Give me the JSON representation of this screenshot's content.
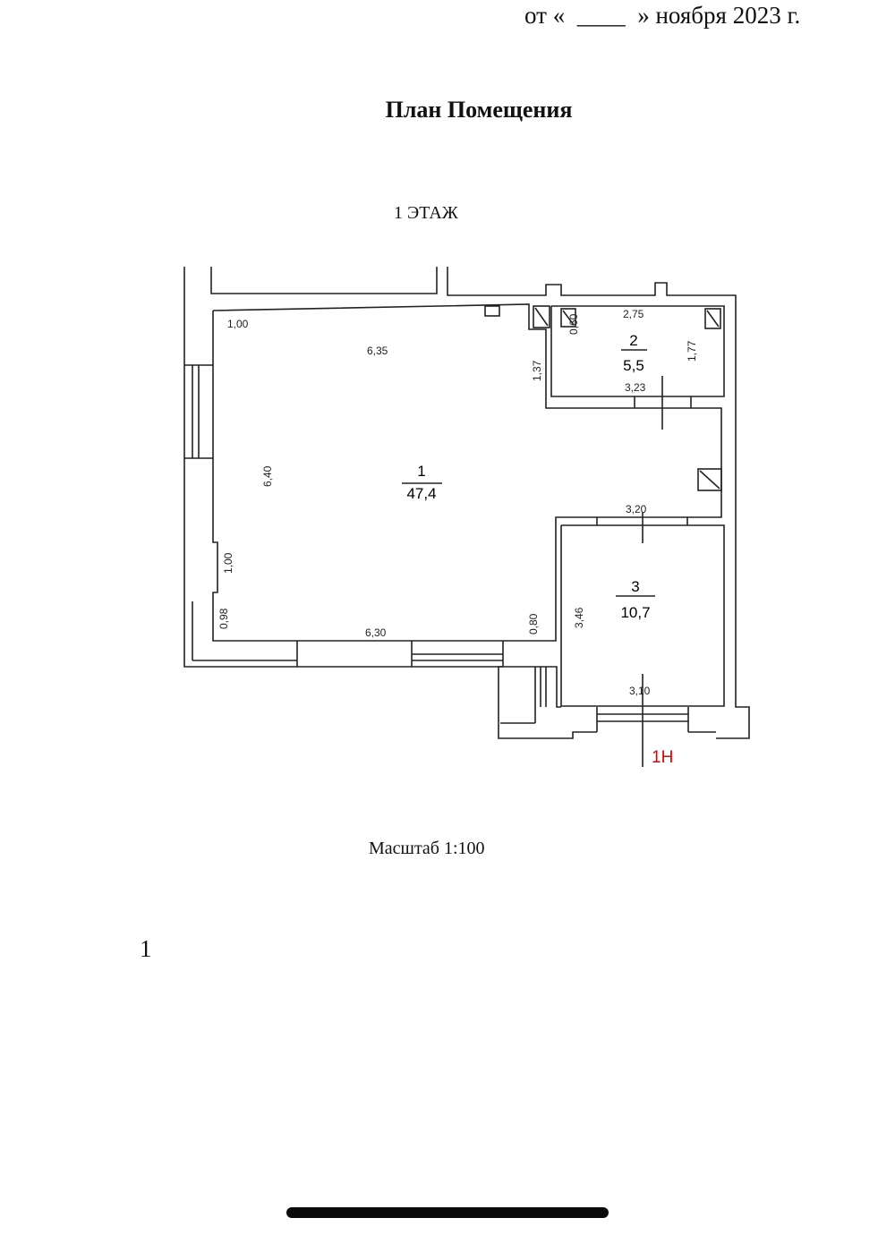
{
  "header": {
    "date_line": "от «  ____  » ноября 2023 г."
  },
  "document": {
    "title": "План Помещения",
    "floor": "1 ЭТАЖ",
    "scale": "Масштаб 1:100",
    "page_number": "1"
  },
  "plan": {
    "unit_label": "1Н",
    "unit_label_color": "#e00000",
    "rooms": [
      {
        "number": "1",
        "area": "47,4"
      },
      {
        "number": "2",
        "area": "5,5"
      },
      {
        "number": "3",
        "area": "10,7"
      }
    ],
    "dimensions": {
      "d_1_00_top": "1,00",
      "d_6_35": "6,35",
      "d_6_40": "6,40",
      "d_1_00_side": "1,00",
      "d_0_98": "0,98",
      "d_6_30": "6,30",
      "d_0_80": "0,80",
      "d_1_37": "1,37",
      "d_0_60": "0,60",
      "d_2_75": "2,75",
      "d_1_77": "1,77",
      "d_3_23": "3,23",
      "d_3_20": "3,20",
      "d_3_46": "3,46",
      "d_3_10": "3,10"
    }
  }
}
